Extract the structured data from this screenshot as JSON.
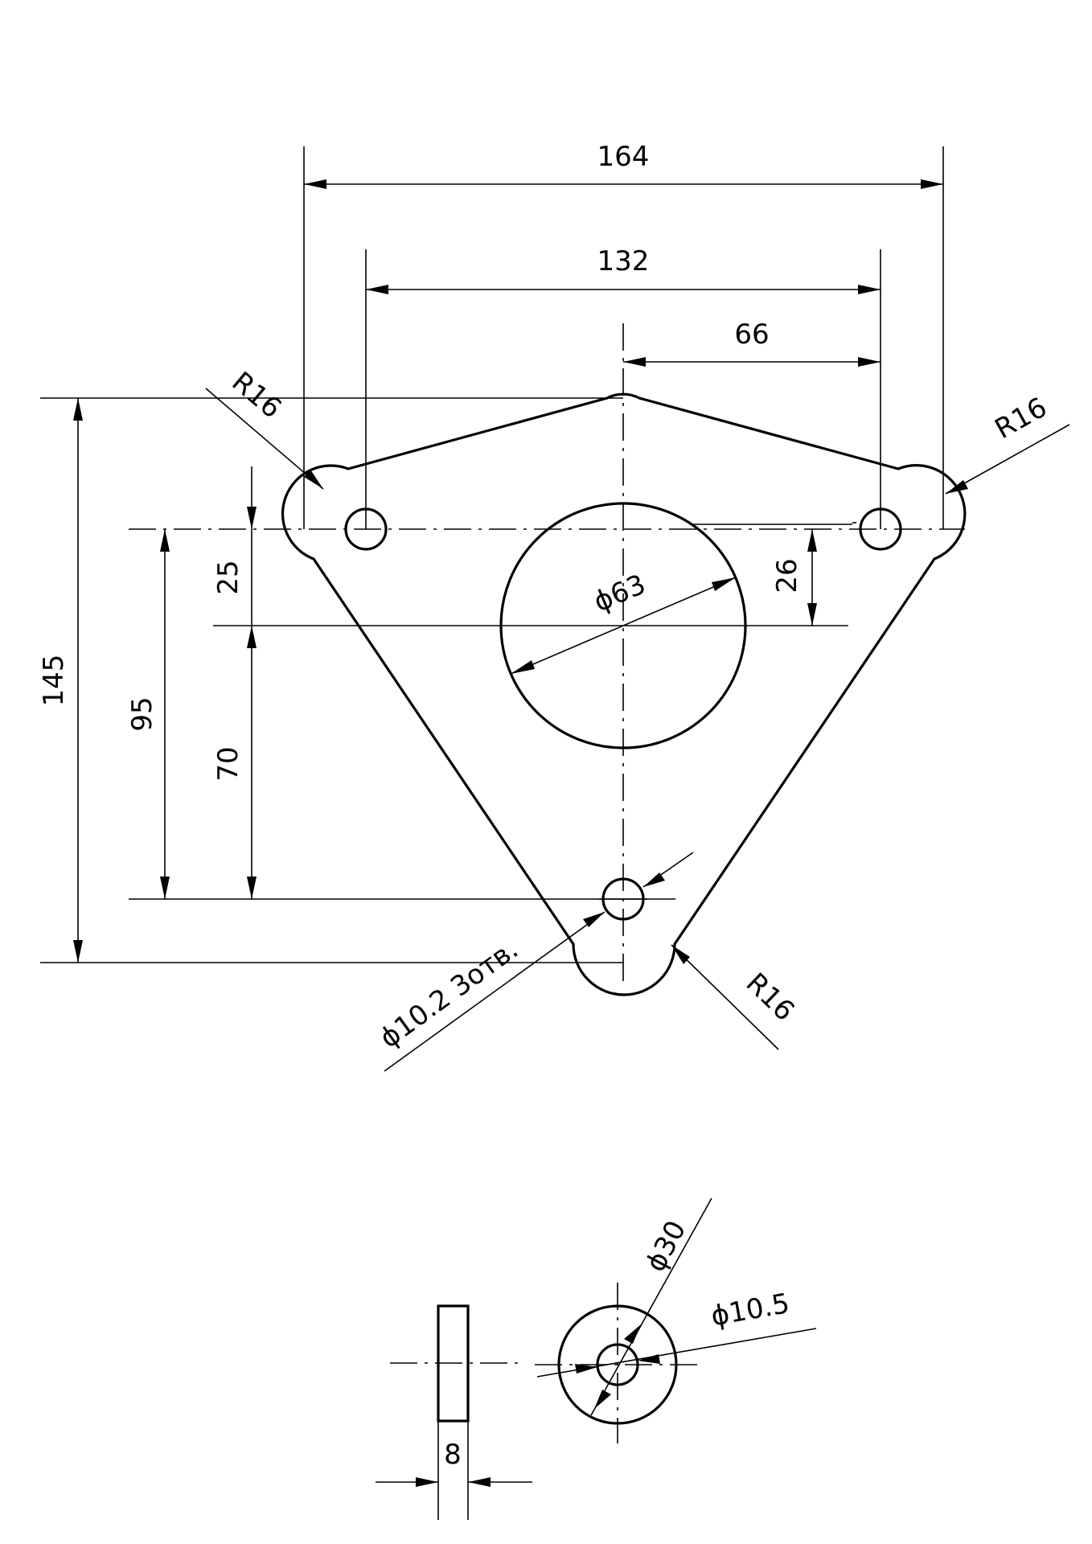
{
  "dimensions": {
    "overall_width": "164",
    "hole_spacing": "132",
    "half_spacing": "66",
    "overall_height": "145",
    "hole_row_to_bottom": "95",
    "upper_offset": "25",
    "lower_offset": "70",
    "center_offset": "26",
    "center_bore": "ϕ63",
    "hole_note": "ϕ10.2 3отв.",
    "radius_left": "R16",
    "radius_right": "R16",
    "radius_bottom": "R16",
    "washer_thickness": "8",
    "washer_outer": "ϕ30",
    "washer_inner": "ϕ10.5"
  }
}
